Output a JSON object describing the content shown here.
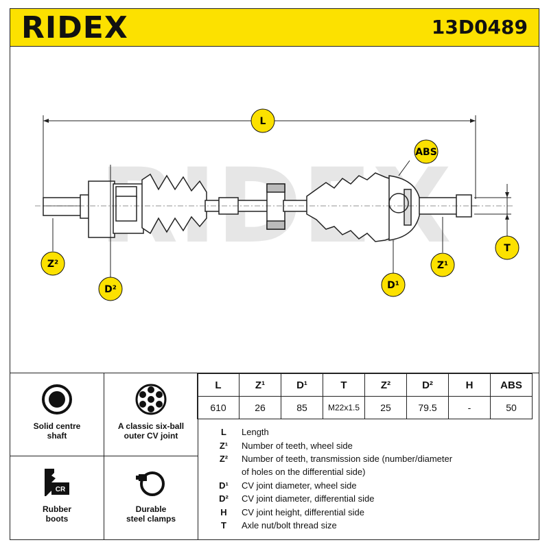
{
  "header": {
    "brand": "RIDEX",
    "part_number": "13D0489",
    "background_color": "#fce100"
  },
  "drawing": {
    "watermark": "RIDEX",
    "dimension_labels": {
      "L": "L",
      "ABS": "ABS",
      "Z2": "Z²",
      "D2": "D²",
      "D1": "D¹",
      "Z1": "Z¹",
      "T": "T"
    }
  },
  "features": [
    {
      "icon": "solid-shaft-icon",
      "label_line1": "Solid centre",
      "label_line2": "shaft"
    },
    {
      "icon": "six-ball-joint-icon",
      "label_line1": "A classic six-ball",
      "label_line2": "outer CV joint"
    },
    {
      "icon": "rubber-boot-cr-icon",
      "label_line1": "Rubber",
      "label_line2": "boots",
      "badge": "CR"
    },
    {
      "icon": "steel-clamp-icon",
      "label_line1": "Durable",
      "label_line2": "steel clamps"
    }
  ],
  "spec_table": {
    "headers": [
      "L",
      "Z¹",
      "D¹",
      "T",
      "Z²",
      "D²",
      "H",
      "ABS"
    ],
    "values": [
      "610",
      "26",
      "85",
      "M22x1.5",
      "25",
      "79.5",
      "-",
      "50"
    ]
  },
  "legend": [
    {
      "key": "L",
      "text": "Length"
    },
    {
      "key": "Z¹",
      "text": "Number of teeth, wheel side"
    },
    {
      "key": "Z²",
      "text": "Number of teeth, transmission side (number/diameter"
    },
    {
      "key": "",
      "text": "of holes on the differential side)"
    },
    {
      "key": "D¹",
      "text": "CV joint diameter, wheel side"
    },
    {
      "key": "D²",
      "text": "CV joint diameter, differential side"
    },
    {
      "key": "H",
      "text": "CV joint height, differential side"
    },
    {
      "key": "T",
      "text": "Axle nut/bolt thread size"
    }
  ]
}
